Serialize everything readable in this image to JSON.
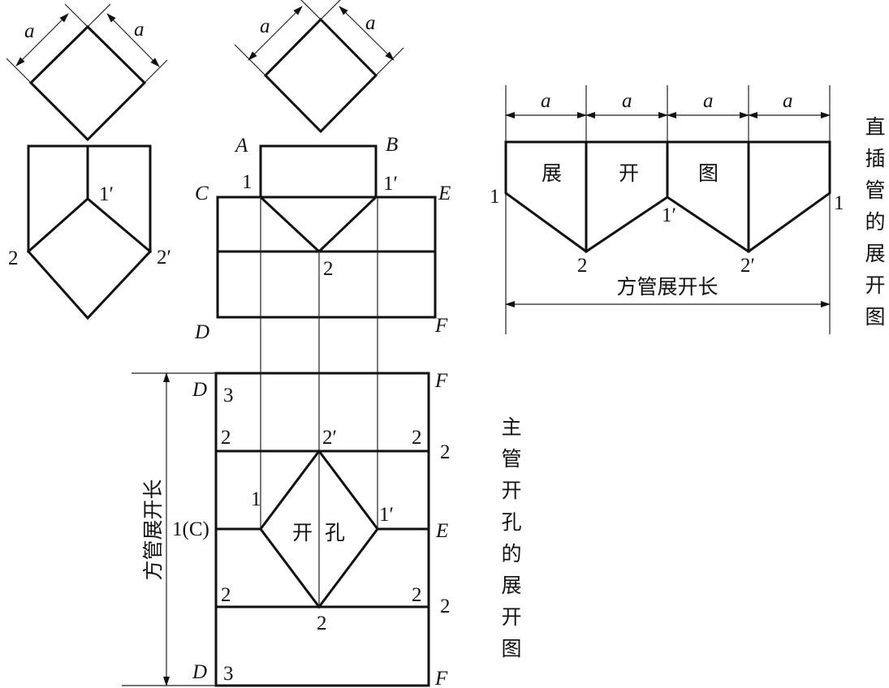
{
  "dimension_symbol": "a",
  "points": {
    "A": "A",
    "B": "B",
    "C": "C",
    "D": "D",
    "E": "E",
    "F": "F",
    "p1": "1",
    "p1_prime": "1′",
    "p2": "2",
    "p2_prime": "2′",
    "p3": "3",
    "p1C": "1(C)"
  },
  "branch_development": {
    "cells": [
      "展",
      "开",
      "图"
    ],
    "length_label": "方管展开长",
    "vertical_title": [
      "直",
      "插",
      "管",
      "的",
      "展",
      "开",
      "图"
    ]
  },
  "main_pipe_development": {
    "hole_label": [
      "开",
      "孔"
    ],
    "length_label": "方管展开长",
    "vertical_title": [
      "主",
      "管",
      "开",
      "孔",
      "的",
      "展",
      "开",
      "图"
    ]
  },
  "colors": {
    "line": "#111111",
    "background": "#ffffff"
  }
}
